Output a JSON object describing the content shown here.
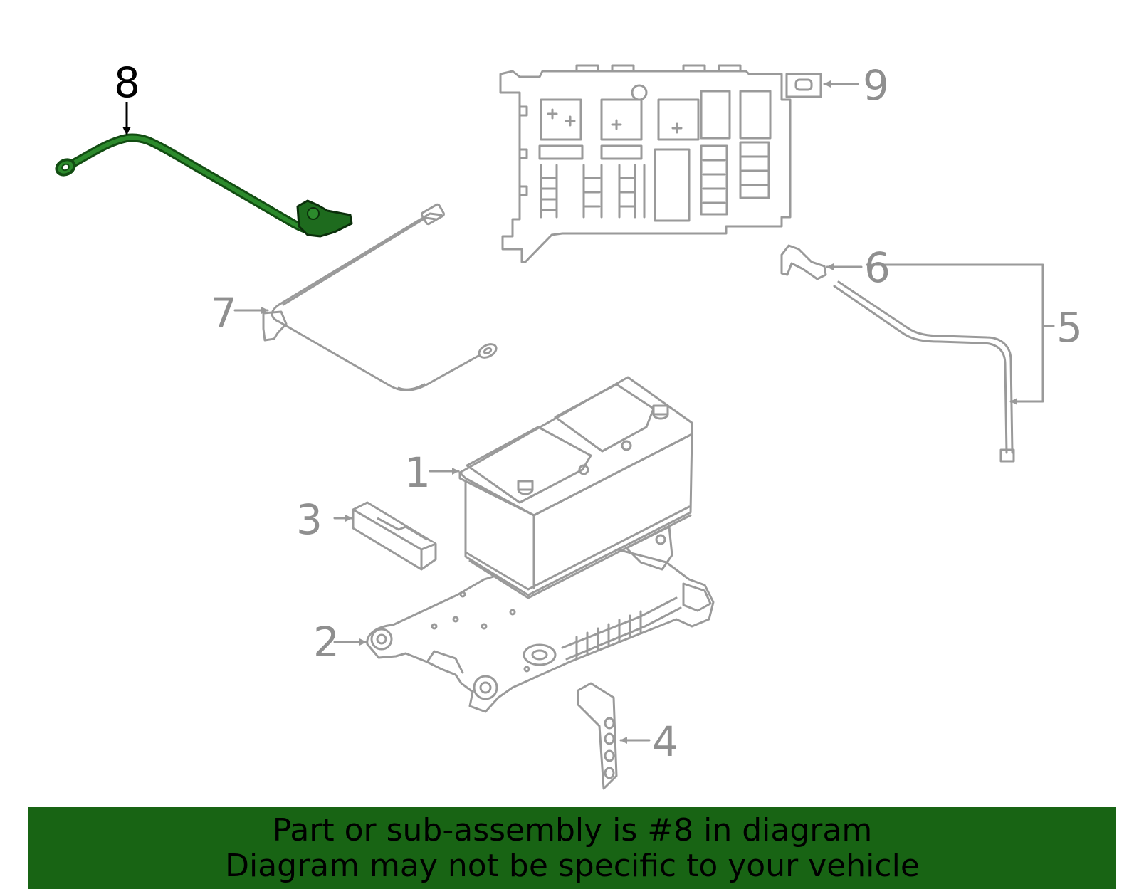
{
  "colors": {
    "highlight": "#1e6b1e",
    "highlight_dark": "#124d12",
    "line_gray": "#9a9a9a",
    "label_gray": "#8f8f8f",
    "banner_bg": "#186414"
  },
  "callouts": [
    {
      "id": "1",
      "text": "1",
      "highlighted": false
    },
    {
      "id": "2",
      "text": "2",
      "highlighted": false
    },
    {
      "id": "3",
      "text": "3",
      "highlighted": false
    },
    {
      "id": "4",
      "text": "4",
      "highlighted": false
    },
    {
      "id": "5",
      "text": "5",
      "highlighted": false
    },
    {
      "id": "6",
      "text": "6",
      "highlighted": false
    },
    {
      "id": "7",
      "text": "7",
      "highlighted": false
    },
    {
      "id": "8",
      "text": "8",
      "highlighted": true
    },
    {
      "id": "9",
      "text": "9",
      "highlighted": false
    }
  ],
  "banner": {
    "line1": "Part or sub-assembly is #8 in diagram",
    "line2": "Diagram may not be specific to your vehicle"
  }
}
